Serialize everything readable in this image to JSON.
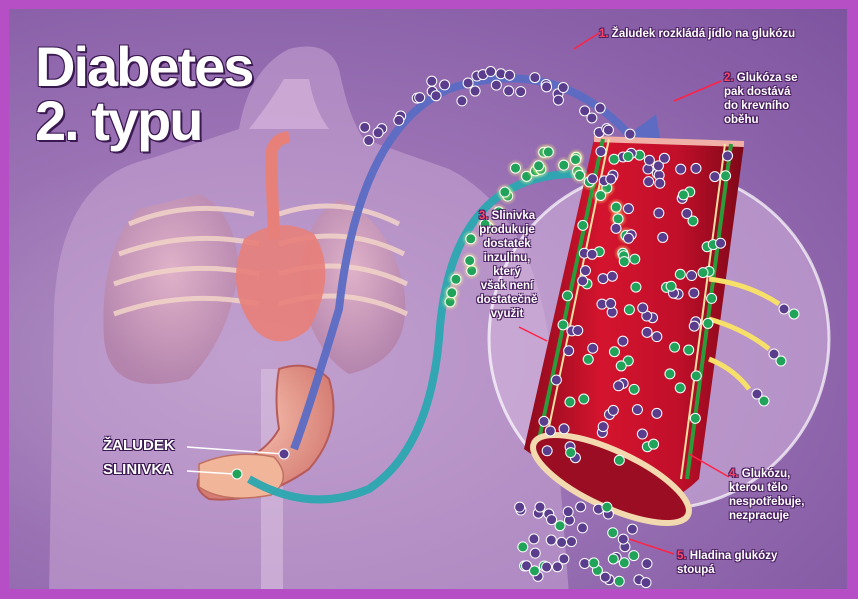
{
  "title": {
    "line1": "Diabetes",
    "line2": "2. typu"
  },
  "organs": {
    "stomach": "ŽALUDEK",
    "pancreas": "SLINIVKA"
  },
  "steps": [
    {
      "num": "1.",
      "text": "Žaludek rozkládá jídlo na glukózu"
    },
    {
      "num": "2.",
      "lines": [
        "Glukóza se",
        "pak dostává",
        "do krevního",
        "oběhu"
      ]
    },
    {
      "num": "3.",
      "lines": [
        "Slinivka",
        "produkuje",
        "dostatek",
        "inzulinu,",
        "který",
        "však není",
        "dostatečně",
        "využit"
      ]
    },
    {
      "num": "4.",
      "lines": [
        "Glukózu,",
        "kterou tělo",
        "nespotřebuje,",
        "nezpracuje"
      ]
    },
    {
      "num": "5.",
      "lines": [
        "Hladina glukózy",
        "stoupá"
      ]
    }
  ],
  "colors": {
    "frame": "#b64fc6",
    "glucose": "#5a3d8c",
    "insulin": "#21a35a",
    "blood": "#c8102e",
    "stomach_arrow": "#5b6cc4",
    "pancreas_arrow": "#2aa7b0",
    "step_number": "#ff4466"
  }
}
